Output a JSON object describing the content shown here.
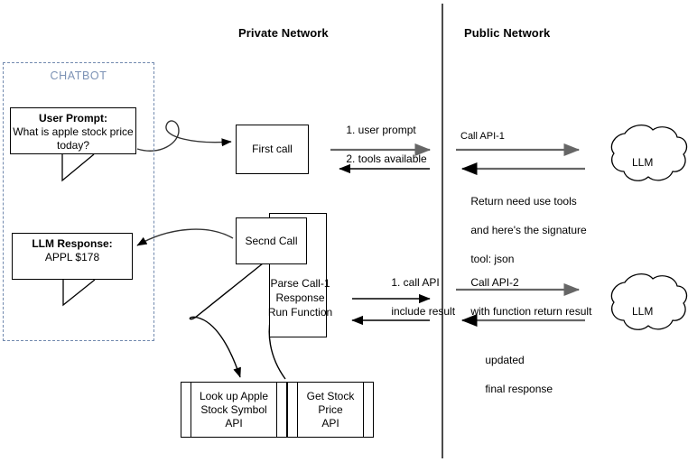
{
  "headers": {
    "private": "Private Network",
    "public": "Public Network"
  },
  "chatbot": {
    "label": "CHATBOT"
  },
  "bubbles": {
    "user": {
      "title": "User Prompt:",
      "body_line1": "What is apple stock price",
      "body_line2": "today?"
    },
    "llm": {
      "title": "LLM Response:",
      "body_line1": "APPL $178"
    }
  },
  "nodes": {
    "first_call": "First call",
    "second_call": "Secnd Call",
    "parse_caption_line1": "Parse Call-1 Response",
    "parse_caption_line2": "Run Function"
  },
  "apis": {
    "lookup_l1": "Look up Apple",
    "lookup_l2": "Stock Symbol",
    "lookup_l3": "API",
    "price_l1": "Get Stock",
    "price_l2": "Price",
    "price_l3": "API"
  },
  "labels": {
    "seq_line1": "1. user prompt",
    "seq_line2": "2. tools available",
    "call_api_1": "Call API-1",
    "return_line1": "Return need use tools",
    "return_line2": "and here's the signature",
    "return_line3": "tool: json",
    "call_api_include_l1": "1. call API",
    "call_api_include_l2": "include result",
    "call_api_2_l1": "Call API-2",
    "call_api_2_l2": "with function return result",
    "updated_l1": "updated",
    "updated_l2": "final response"
  },
  "clouds": {
    "llm_top": "LLM",
    "llm_bottom": "LLM"
  },
  "colors": {
    "chatbot_border": "#7189ae",
    "chatbot_text": "#7c92b5",
    "arrow_gray": "#666666",
    "arrow_black": "#000000",
    "stroke": "#000000"
  }
}
